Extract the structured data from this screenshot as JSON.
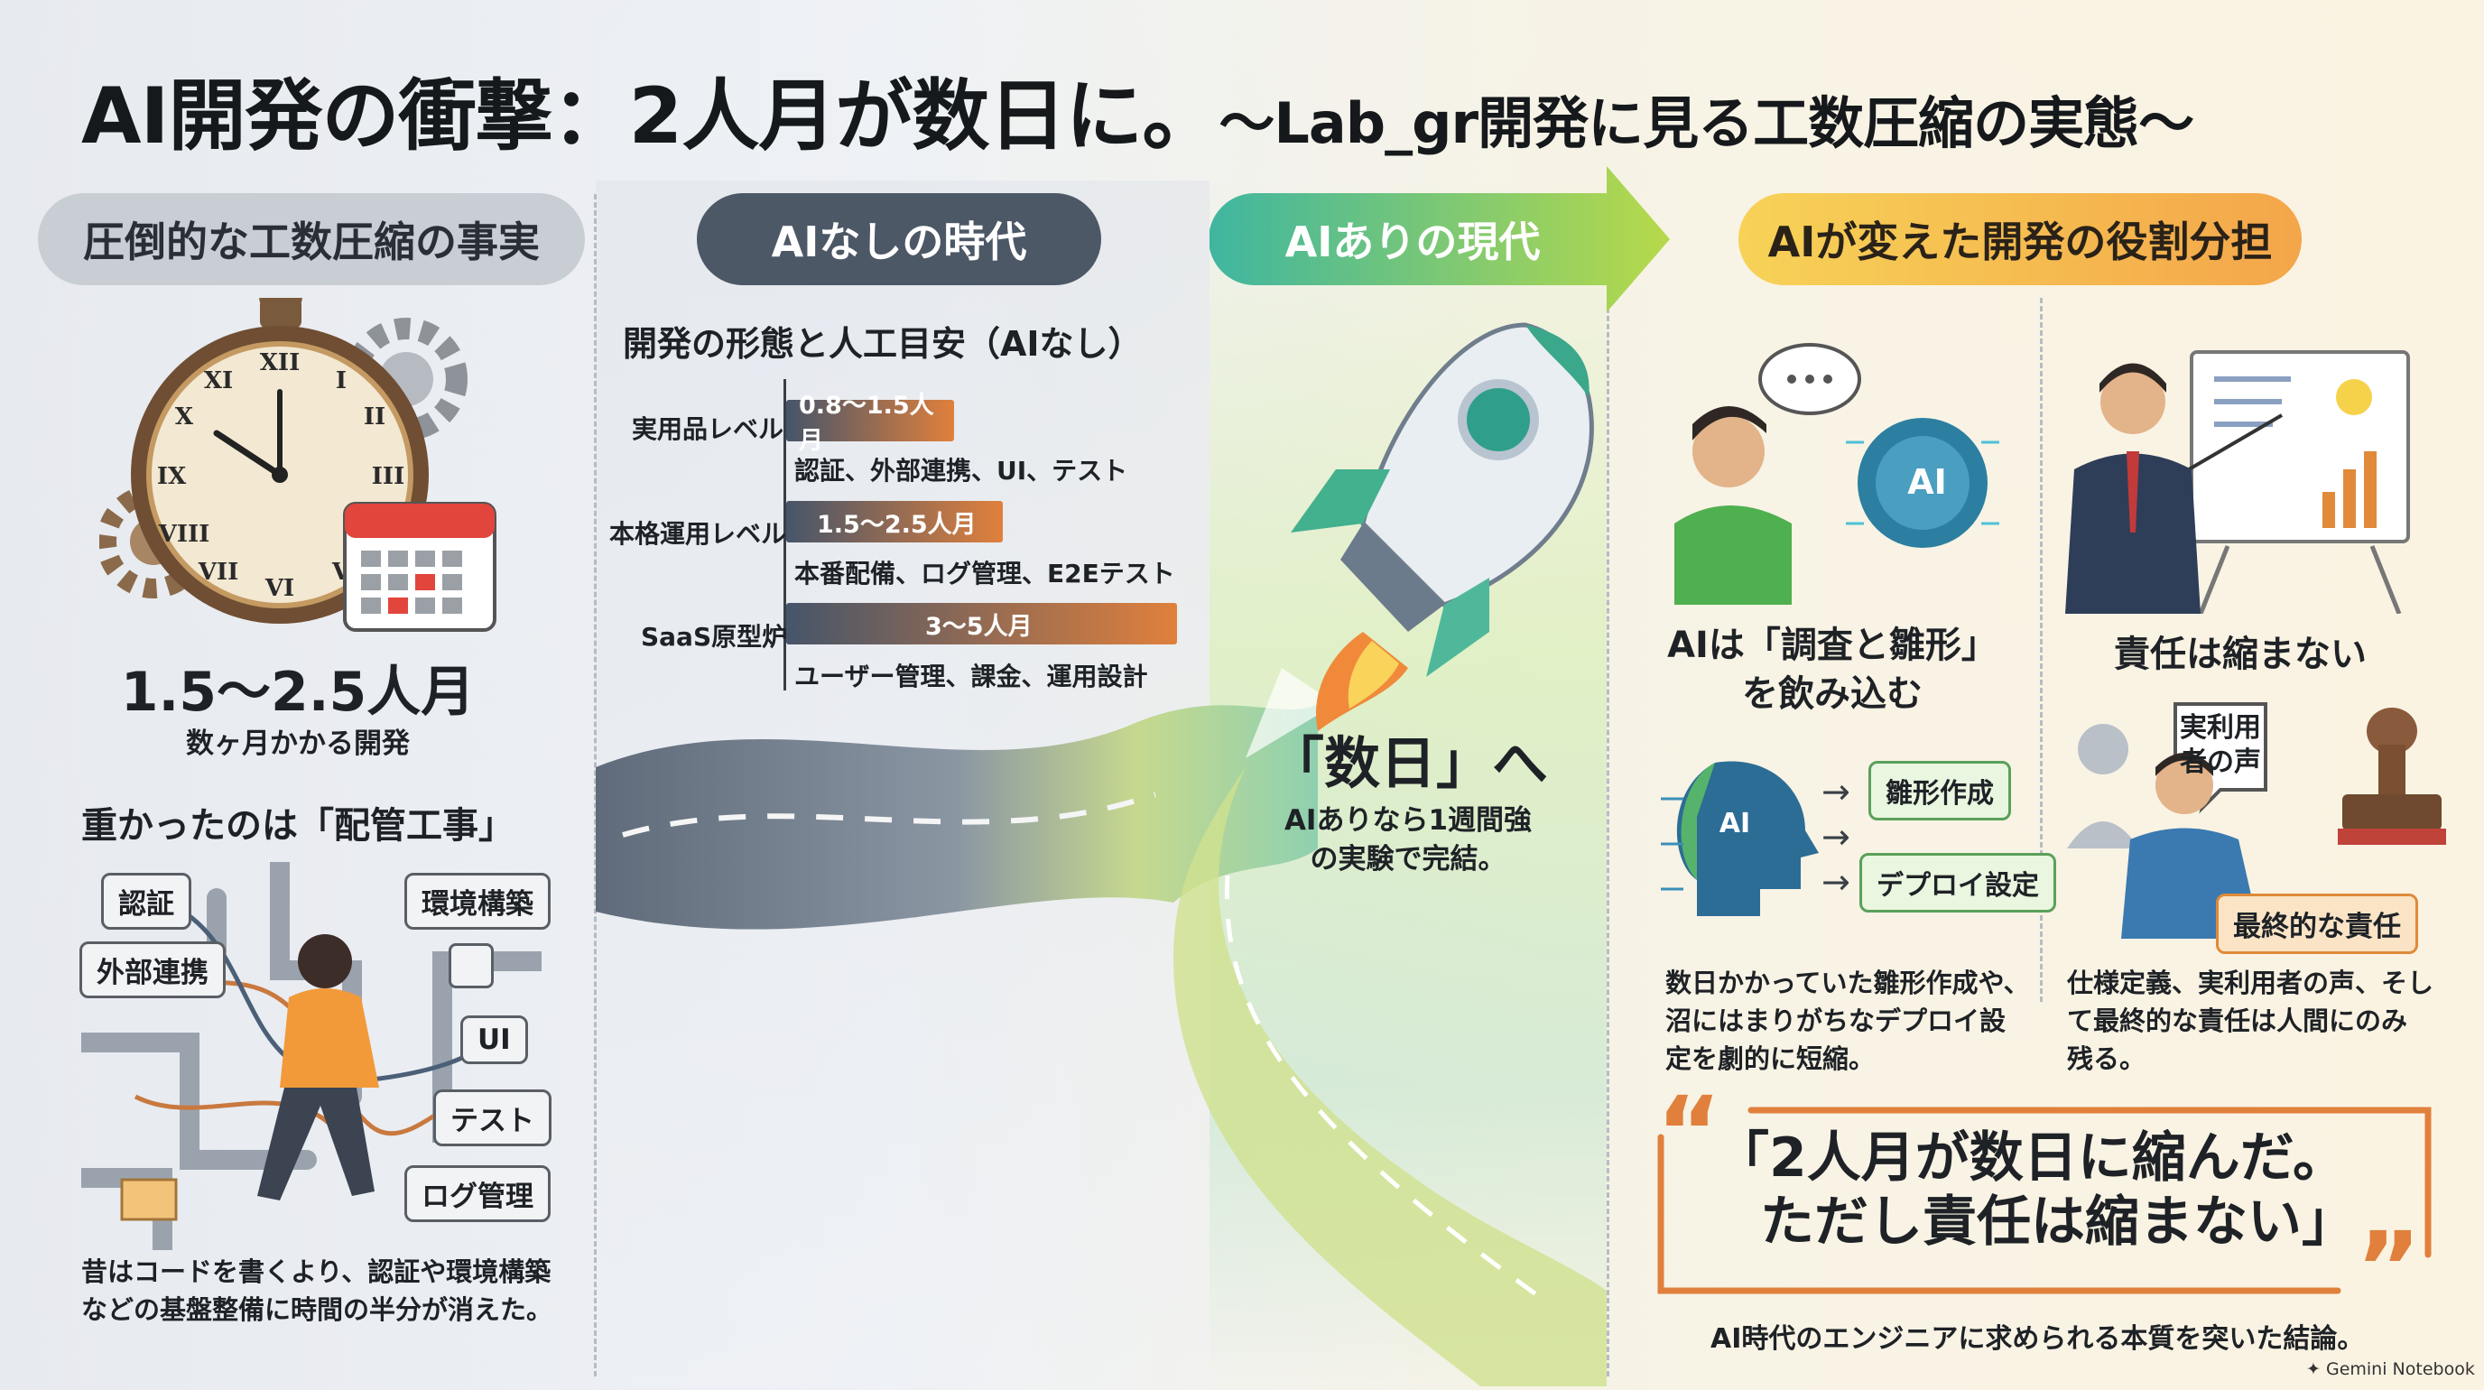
{
  "title": {
    "main": "AI開発の衝撃：2人月が数日に。",
    "sub": "〜Lab_gr開発に見る工数圧縮の実態〜"
  },
  "sections": {
    "facts": "圧倒的な工数圧縮の事実",
    "before": "AIなしの時代",
    "now": "AIありの現代",
    "roles": "AIが変えた開発の役割分担"
  },
  "col1": {
    "headline": "1.5〜2.5人月",
    "caption": "数ヶ月かかる開発",
    "plumbing_heading": "重かったのは「配管工事」",
    "tags": [
      "認証",
      "外部連携",
      "環境構築",
      "UI",
      "テスト",
      "ログ管理"
    ],
    "footer_line1": "昔はコードを書くより、認証や環境構築",
    "footer_line2": "などの基盤整備に時間の半分が消えた。"
  },
  "col2": {
    "chart_title": "開発の形態と人工目安（AIなし）",
    "rows": [
      {
        "label": "実用品レベル",
        "value": "0.8〜1.5人月",
        "detail": "認証、外部連携、UI、テスト"
      },
      {
        "label": "本格運用レベル",
        "value": "1.5〜2.5人月",
        "detail": "本番配備、ログ管理、E2Eテスト"
      },
      {
        "label": "SaaS原型炉",
        "value": "3〜5人月",
        "detail": "ユーザー管理、課金、運用設計"
      }
    ]
  },
  "col3": {
    "headline": "「数日」へ",
    "line1": "AIありなら1週間強",
    "line2": "の実験で完結。"
  },
  "col4": {
    "left_heading_line1": "AIは「調査と雛形」",
    "left_heading_line2": "を飲み込む",
    "ai_label": "AI",
    "ai_label2": "AI",
    "box_scaffold": "雛形作成",
    "box_deploy": "デプロイ設定",
    "left_para": [
      "数日かかっていた雛形作成や、",
      "沼にはまりがちなデプロイ設",
      "定を劇的に短縮。"
    ],
    "right_heading": "責任は縮まない",
    "bubble_line1": "実利用",
    "bubble_line2": "者の声",
    "box_final": "最終的な責任",
    "right_para": [
      "仕様定義、実利用者の声、そし",
      "て最終的な責任は人間にのみ",
      "残る。"
    ]
  },
  "quote": {
    "line1": "「2人月が数日に縮んだ。",
    "line2": "ただし責任は縮まない」",
    "caption": "AI時代のエンジニアに求められる本質を突いた結論。"
  },
  "brand": "Gemini Notebook"
}
